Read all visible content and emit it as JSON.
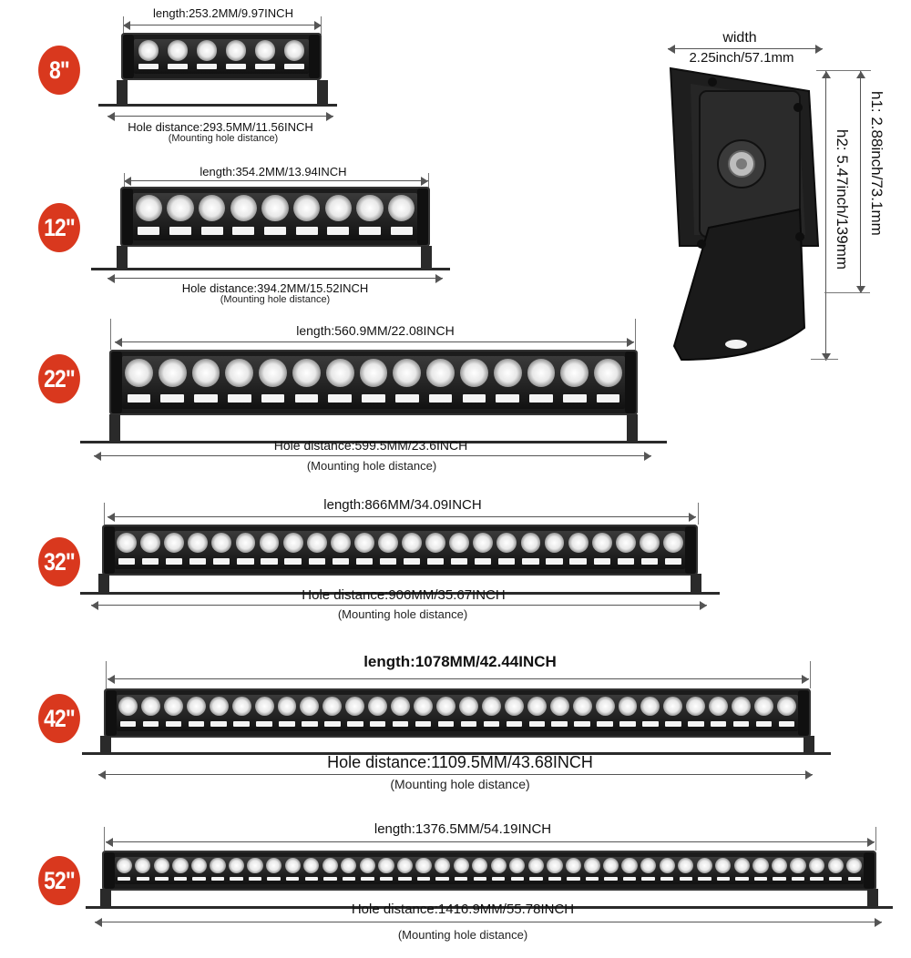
{
  "side_view": {
    "width_title": "width",
    "width_value": "2.25inch/57.1mm",
    "h1": "h1: 2.88inch/73.1mm",
    "h2": "h2: 5.47inch/139mm"
  },
  "bars": [
    {
      "size": "8\"",
      "length": "length:253.2MM/9.97INCH",
      "hole": "Hole distance:293.5MM/11.56INCH",
      "note": "(Mounting hole distance)",
      "leds": 6
    },
    {
      "size": "12\"",
      "length": "length:354.2MM/13.94INCH",
      "hole": "Hole distance:394.2MM/15.52INCH",
      "note": "(Mounting hole distance)",
      "leds": 9
    },
    {
      "size": "22\"",
      "length": "length:560.9MM/22.08INCH",
      "hole": "Hole distance:599.5MM/23.6INCH",
      "note": "(Mounting hole distance)",
      "leds": 15
    },
    {
      "size": "32\"",
      "length": "length:866MM/34.09INCH",
      "hole": "Hole distance:906MM/35.67INCH",
      "note": "(Mounting hole distance)",
      "leds": 24
    },
    {
      "size": "42\"",
      "length": "length:1078MM/42.44INCH",
      "hole": "Hole distance:1109.5MM/43.68INCH",
      "note": "(Mounting hole distance)",
      "leds": 30
    },
    {
      "size": "52\"",
      "length": "length:1376.5MM/54.19INCH",
      "hole": "Hole distance:1416.9MM/55.78INCH",
      "note": "(Mounting hole distance)",
      "leds": 40
    }
  ],
  "colors": {
    "badge": "#d9381e",
    "bar_body": "#1c1c1c",
    "lens": "#e8e8e8"
  }
}
